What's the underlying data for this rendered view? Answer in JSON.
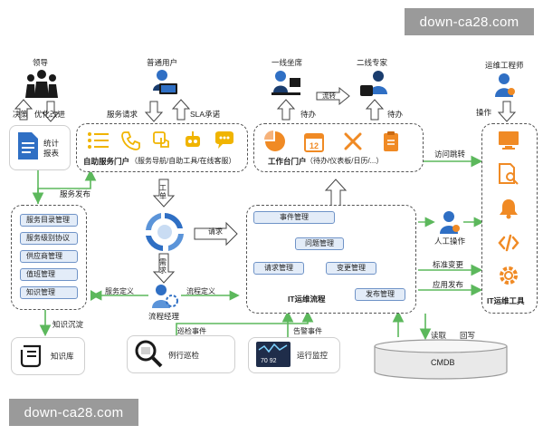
{
  "watermark": {
    "text": "down-ca28.com"
  },
  "roles": {
    "leader": "领导",
    "normal_user": "普通用户",
    "frontline_agent": "一线坐席",
    "second_line_expert": "二线专家",
    "ops_engineer": "运维工程师",
    "process_manager": "流程经理",
    "manual_operation": "人工操作"
  },
  "flow_labels": {
    "decision": "决策",
    "optimize": "优化改进",
    "service_request": "服务请求",
    "sla": "SLA承诺",
    "pending_1": "待办",
    "pending_2": "待办",
    "escalate": "流转",
    "operate": "操作",
    "service_publish": "服务发布",
    "access_jump": "访问跳转",
    "work_order": "工单",
    "request": "请求",
    "demand": "需求",
    "service_define": "服务定义",
    "process_define": "流程定义",
    "knowledge_settle": "知识沉淀",
    "inspection_event": "巡检事件",
    "alarm_event": "告警事件",
    "read": "读取",
    "write_back": "回写",
    "standard_change": "标准变更",
    "app_release": "应用发布"
  },
  "stats_report": "统计报表",
  "self_service_portal": {
    "title": "自助服务门户",
    "desc": "（服务导航/自助工具/在线客服）"
  },
  "workbench_portal": {
    "title": "工作台门户",
    "desc": "（待办/仪表板/日历/...）"
  },
  "service_catalog_items": [
    "服务目录管理",
    "服务级别协议",
    "供应商管理",
    "值班管理",
    "知识管理"
  ],
  "it_process": {
    "title": "IT运维流程",
    "event_mgmt": "事件管理",
    "problem_mgmt": "问题管理",
    "request_mgmt": "请求管理",
    "change_mgmt": "变更管理",
    "release_mgmt": "发布管理"
  },
  "it_tools": {
    "title": "IT运维工具"
  },
  "knowledge_base": "知识库",
  "routine_inspection": "例行巡检",
  "running_monitor": "运行监控",
  "monitor_reading": "70 92",
  "cmdb": "CMDB",
  "colors": {
    "blue": "#2f6fc4",
    "green": "#5cb85c",
    "orange": "#f08a24",
    "item_fill": "#e3ecf8"
  },
  "icons": [
    "leader-group-icon",
    "user-computer-icon",
    "agent-desk-icon",
    "expert-icon",
    "engineer-icon",
    "report-doc-icon",
    "list-icon",
    "phone-icon",
    "touch-icon",
    "robot-icon",
    "chat-icon",
    "pie-chart-icon",
    "calendar-icon",
    "tools-icon",
    "clipboard-icon",
    "monitor-icon",
    "search-doc-icon",
    "bell-icon",
    "code-icon",
    "gear-icon",
    "cycle-icon",
    "manager-icon",
    "scroll-icon",
    "magnifier-icon",
    "dashboard-icon"
  ]
}
